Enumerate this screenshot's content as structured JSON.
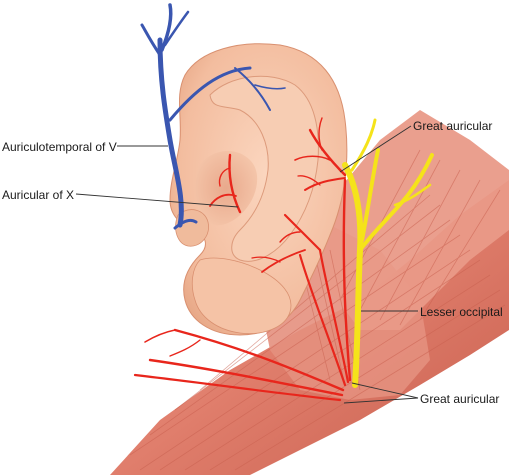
{
  "labels": {
    "auriculotemporal": "Auriculotemporal of  V",
    "auricular_x": "Auricular of X",
    "great_auricular_top": "Great auricular",
    "lesser_occipital": "Lesser occipital",
    "great_auricular_bottom": "Great auricular"
  },
  "colors": {
    "skin": "#f6c9ad",
    "skin_shadow": "#e6a98a",
    "muscle": "#e48b78",
    "artery_red": "#e8261c",
    "vein_blue": "#3a56b0",
    "nerve_yellow": "#f5e31a",
    "leader_line": "#333333"
  }
}
